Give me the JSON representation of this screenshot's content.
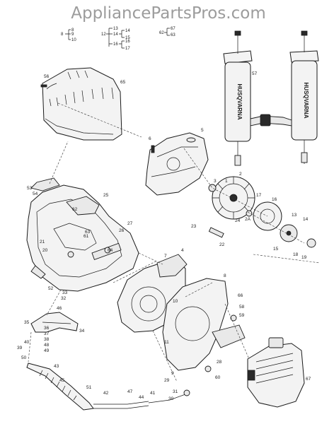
{
  "watermark": "AppliancePartsPros.com",
  "reference_key": {
    "group_a": {
      "lead": "8",
      "items": [
        "8",
        "9",
        "10"
      ]
    },
    "group_b": {
      "lead": "12",
      "mid": "14",
      "mid2": "16",
      "items": [
        "13",
        "14",
        "15",
        "16",
        "17"
      ]
    },
    "group_c": {
      "lead": "62",
      "items": [
        "67",
        "63"
      ]
    }
  },
  "harness_brand": "HUSQVARNA",
  "callouts": [
    {
      "n": "1"
    },
    {
      "n": "2"
    },
    {
      "n": "3"
    },
    {
      "n": "4"
    },
    {
      "n": "5"
    },
    {
      "n": "6"
    },
    {
      "n": "7"
    },
    {
      "n": "8"
    },
    {
      "n": "9"
    },
    {
      "n": "10"
    },
    {
      "n": "11"
    },
    {
      "n": "13"
    },
    {
      "n": "14"
    },
    {
      "n": "15"
    },
    {
      "n": "16"
    },
    {
      "n": "17"
    },
    {
      "n": "18"
    },
    {
      "n": "19"
    },
    {
      "n": "20"
    },
    {
      "n": "21"
    },
    {
      "n": "22"
    },
    {
      "n": "23"
    },
    {
      "n": "24"
    },
    {
      "n": "25"
    },
    {
      "n": "26"
    },
    {
      "n": "27"
    },
    {
      "n": "28"
    },
    {
      "n": "29"
    },
    {
      "n": "30"
    },
    {
      "n": "31"
    },
    {
      "n": "32"
    },
    {
      "n": "33"
    },
    {
      "n": "34"
    },
    {
      "n": "35"
    },
    {
      "n": "36"
    },
    {
      "n": "37"
    },
    {
      "n": "38"
    },
    {
      "n": "39"
    },
    {
      "n": "40"
    },
    {
      "n": "41"
    },
    {
      "n": "42"
    },
    {
      "n": "43"
    },
    {
      "n": "44"
    },
    {
      "n": "45"
    },
    {
      "n": "46"
    },
    {
      "n": "47"
    },
    {
      "n": "48"
    },
    {
      "n": "49"
    },
    {
      "n": "50"
    },
    {
      "n": "51"
    },
    {
      "n": "52"
    },
    {
      "n": "53"
    },
    {
      "n": "54"
    },
    {
      "n": "56"
    },
    {
      "n": "57"
    },
    {
      "n": "58"
    },
    {
      "n": "59"
    },
    {
      "n": "60"
    },
    {
      "n": "61"
    },
    {
      "n": "62"
    },
    {
      "n": "63"
    },
    {
      "n": "64"
    },
    {
      "n": "65"
    },
    {
      "n": "66"
    },
    {
      "n": "67"
    },
    {
      "n": "2A"
    }
  ]
}
